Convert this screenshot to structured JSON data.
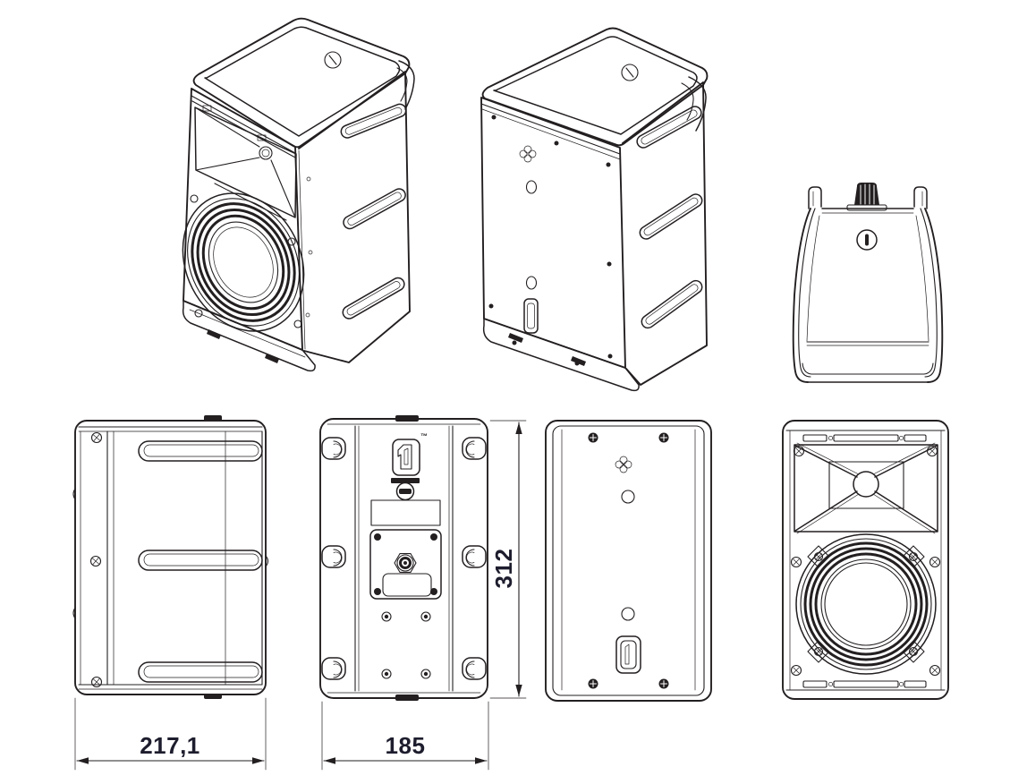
{
  "drawing": {
    "kind": "loudspeaker-enclosure-technical-drawing",
    "colors": {
      "background": "#ffffff",
      "line": "#231f20",
      "dimension_text": "#1d1d2e"
    }
  },
  "dimensions": {
    "depth": "217,1",
    "width": "185",
    "height": "312"
  },
  "labels": {
    "trademark": "™"
  },
  "views": {
    "isometric_front": "isometric front-left view",
    "isometric_rear": "isometric rear view",
    "top": "top view",
    "side": "left side view",
    "rear_panel": "rear panel view",
    "rear_cover": "rear cover view",
    "front": "front view without grille"
  },
  "icons": {
    "pole_mount": "pole-mount-socket-icon",
    "knob": "locking-knob-icon",
    "vent": "cloverleaf-vent-icon",
    "connector": "speaker-input-connector-icon",
    "logo": "brand-logo-1-icon"
  }
}
